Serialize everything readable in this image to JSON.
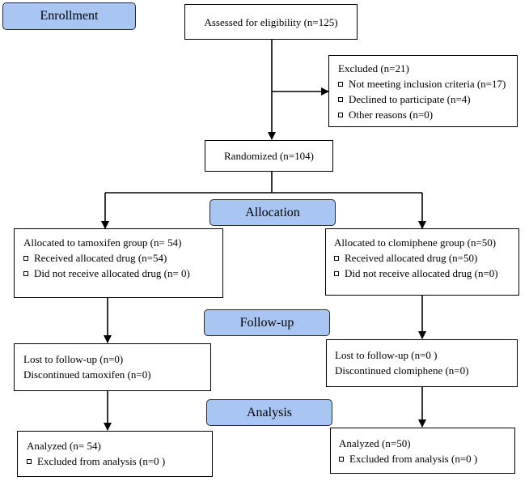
{
  "stages": {
    "enrollment": "Enrollment",
    "allocation": "Allocation",
    "follow_up": "Follow-up",
    "analysis": "Analysis"
  },
  "assessed": "Assessed for eligibility (n=125)",
  "excluded": {
    "title": "Excluded (n=21)",
    "items": [
      "Not meeting inclusion criteria (n=17)",
      "Declined to participate (n=4)",
      "Other reasons (n=0)"
    ]
  },
  "randomized": "Randomized (n=104)",
  "left": {
    "allocation": {
      "title": "Allocated to tamoxifen group (n= 54)",
      "items": [
        "Received allocated drug (n=54)",
        "Did not receive allocated drug (n= 0)"
      ]
    },
    "follow_up": {
      "lines": [
        "Lost to follow-up (n=0)",
        "Discontinued tamoxifen (n=0)"
      ]
    },
    "analysis": {
      "title": "Analyzed (n= 54)",
      "items": [
        "Excluded from analysis (n=0 )"
      ]
    }
  },
  "right": {
    "allocation": {
      "title": "Allocated to clomiphene group (n=50)",
      "items": [
        "Received allocated drug (n=50)",
        "Did not receive allocated drug (n=0)"
      ]
    },
    "follow_up": {
      "lines": [
        "Lost to follow-up (n=0 )",
        "Discontinued clomiphene (n=0)"
      ]
    },
    "analysis": {
      "title": "Analyzed (n=50)",
      "items": [
        "Excluded from analysis (n=0 )"
      ]
    }
  },
  "colors": {
    "stage_fill": "#a9c6f2",
    "line": "#000000"
  }
}
